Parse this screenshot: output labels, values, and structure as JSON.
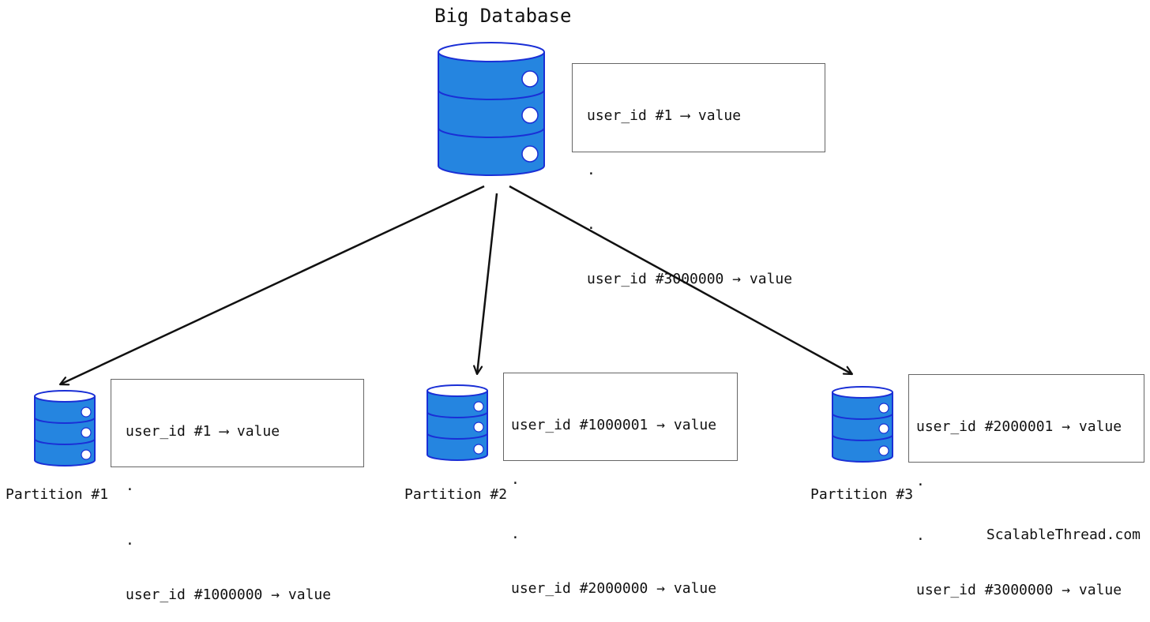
{
  "big_database": {
    "title": "Big Database",
    "rows": [
      "user_id #1 ⟶ value",
      ".",
      ".",
      "user_id #3000000 → value"
    ]
  },
  "partitions": [
    {
      "label": "Partition #1",
      "rows": [
        "user_id #1 ⟶ value",
        ".",
        ".",
        "user_id #1000000 → value"
      ]
    },
    {
      "label": "Partition #2",
      "rows": [
        "user_id #1000001 → value",
        ".",
        ".",
        "user_id #2000000 → value"
      ]
    },
    {
      "label": "Partition #3",
      "rows": [
        "user_id #2000001 → value",
        ".",
        ".",
        "user_id #3000000 → value"
      ]
    }
  ],
  "footer": "ScalableThread.com",
  "colors": {
    "db_fill": "#2585e0",
    "db_stroke": "#1a2fd6",
    "arrow": "#111111",
    "box_border": "#666666"
  }
}
